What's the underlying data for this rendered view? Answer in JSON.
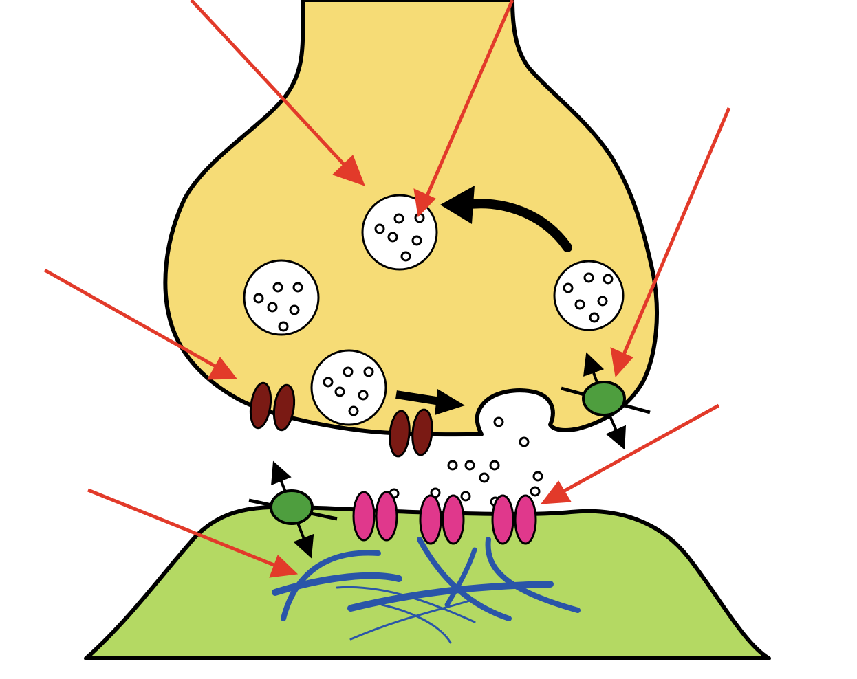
{
  "diagram": {
    "kind": "synapse",
    "labels": [],
    "colors": {
      "presynaptic_fill": "#F6DC76",
      "postsynaptic_fill": "#B4D963",
      "outline": "#000000",
      "vesicle_fill": "#FFFFFF",
      "presynaptic_channel": "#7A1A14",
      "postsynaptic_receptor": "#E0388C",
      "transporter": "#4E9E3E",
      "cytoskeleton": "#2A55A8",
      "pointer_arrow": "#E23A2A",
      "flow_arrow": "#000000"
    },
    "elements": {
      "presynaptic_terminal": "presynaptic-terminal",
      "postsynaptic_membrane": "postsynaptic-spine",
      "vesicles": 5,
      "channel_pairs_presynaptic": 2,
      "receptor_pairs_postsynaptic": 3,
      "transporters": 2,
      "pointer_arrows": 6
    },
    "icons": [
      "vesicle-icon",
      "channel-icon",
      "receptor-icon",
      "transporter-icon",
      "pointer-arrow-icon"
    ]
  }
}
